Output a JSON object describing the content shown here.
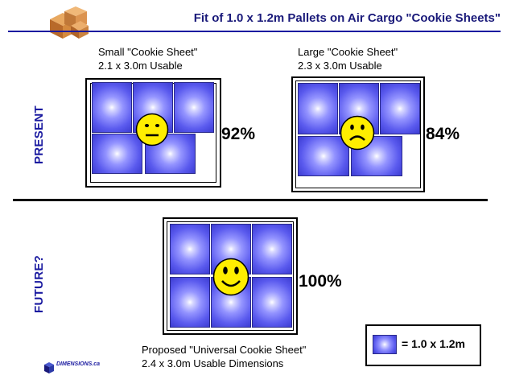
{
  "title": "Fit of 1.0 x 1.2m Pallets on Air Cargo \"Cookie Sheets\"",
  "sections": {
    "present_label": "PRESENT",
    "future_label": "FUTURE?"
  },
  "small_sheet": {
    "line1": "Small \"Cookie Sheet\"",
    "line2": "2.1 x 3.0m Usable",
    "percent": "92%",
    "face": "neutral-face"
  },
  "large_sheet": {
    "line1": "Large \"Cookie Sheet\"",
    "line2": "2.3 x 3.0m Usable",
    "percent": "84%",
    "face": "sad-face"
  },
  "universal_sheet": {
    "line1": "Proposed \"Universal Cookie Sheet\"",
    "line2": "2.4 x 3.0m Usable Dimensions",
    "percent": "100%",
    "face": "happy-face"
  },
  "legend": {
    "label": "= 1.0 x 1.2m"
  },
  "logo": {
    "text": "DIMENSIONS.ca"
  },
  "colors": {
    "accent": "#1a1aa0",
    "pallet": "#5a5aee",
    "face": "#ffee00"
  }
}
